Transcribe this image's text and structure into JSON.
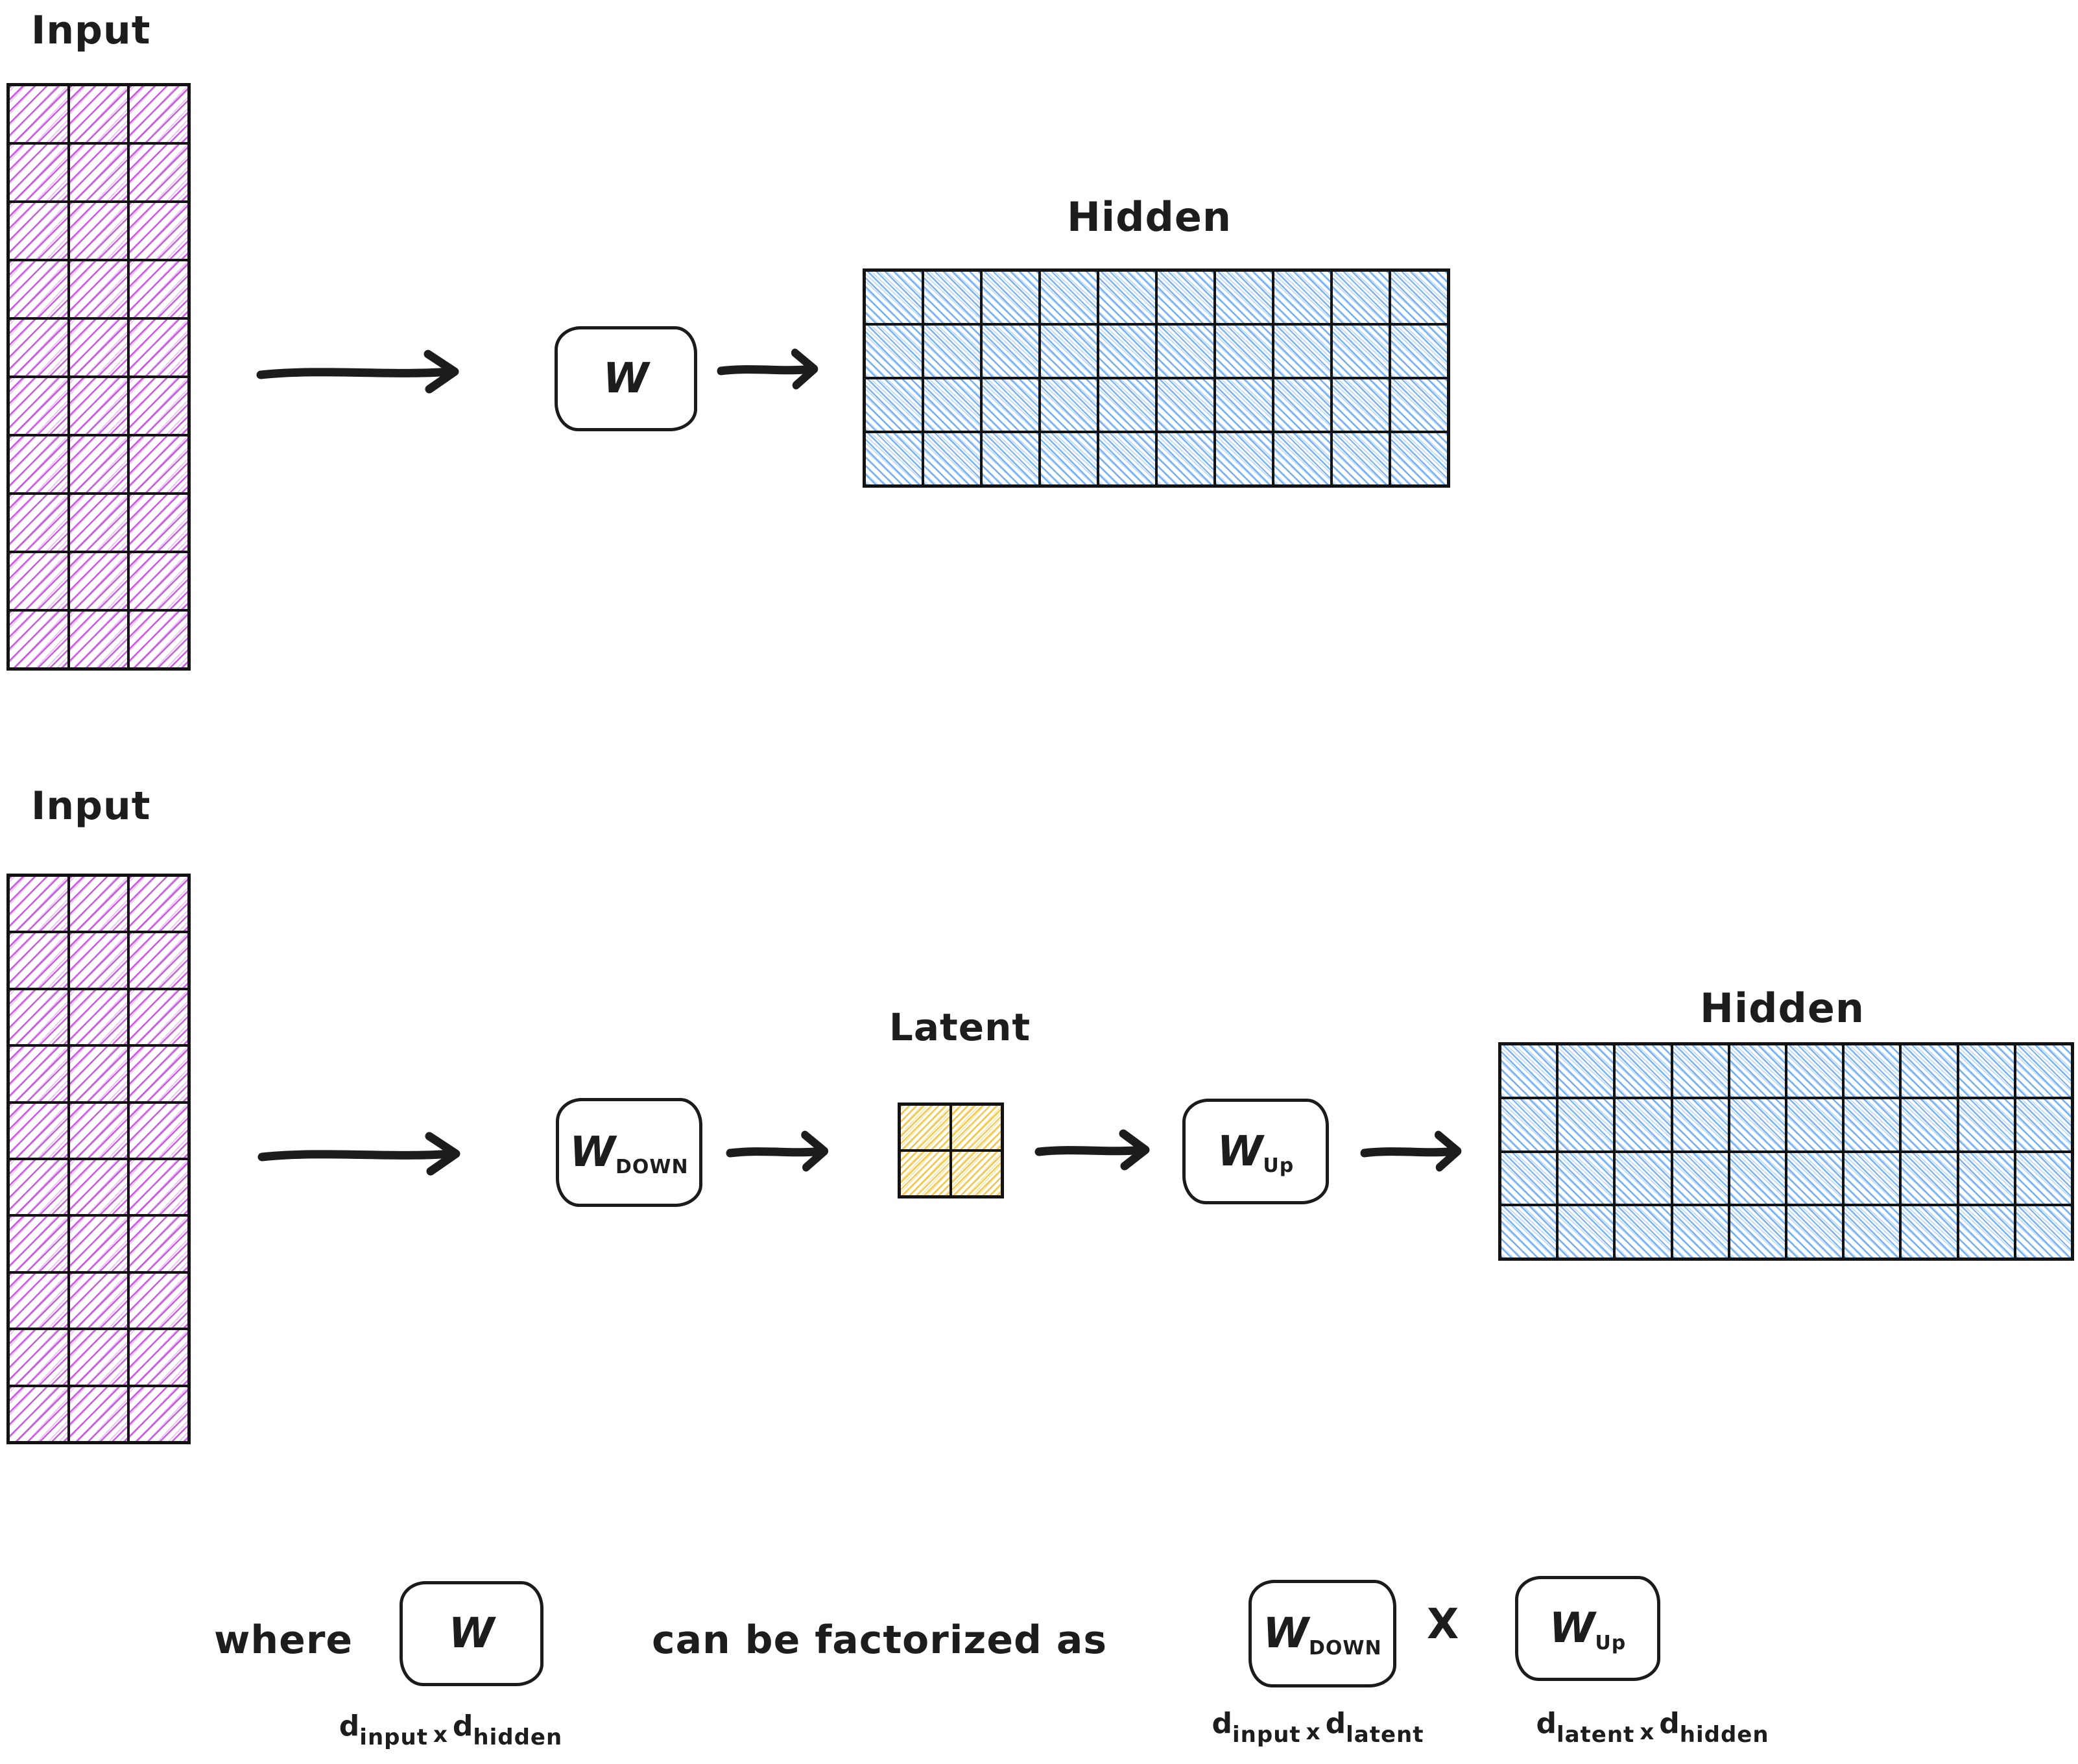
{
  "colors": {
    "ink": "#1d1d1d",
    "purple_hatch": "#c653de",
    "blue_hatch": "#64a6f0",
    "yellow_hatch": "#f0c23c"
  },
  "top": {
    "input_label": "Input",
    "hidden_label": "Hidden",
    "w_box": {
      "main": "W"
    },
    "input_matrix": {
      "rows": 10,
      "cols": 3,
      "color": "purple"
    },
    "hidden_matrix": {
      "rows": 4,
      "cols": 10,
      "color": "blue"
    }
  },
  "mid": {
    "input_label": "Input",
    "latent_label": "Latent",
    "hidden_label": "Hidden",
    "w_down_box": {
      "main": "W",
      "sub": "DOWN"
    },
    "w_up_box": {
      "main": "W",
      "sub": "Up"
    },
    "input_matrix": {
      "rows": 10,
      "cols": 3,
      "color": "purple"
    },
    "latent_matrix": {
      "rows": 2,
      "cols": 2,
      "color": "yellow"
    },
    "hidden_matrix": {
      "rows": 4,
      "cols": 10,
      "color": "blue"
    }
  },
  "formula": {
    "where": "where",
    "can_be": "can be factorized as",
    "times": "X",
    "w_box": {
      "main": "W"
    },
    "w_down_box": {
      "main": "W",
      "sub": "DOWN"
    },
    "w_up_box": {
      "main": "W",
      "sub": "Up"
    },
    "w_dims": {
      "d1": "d",
      "sub1": "input",
      "x": "x",
      "d2": "d",
      "sub2": "hidden"
    },
    "down_dims": {
      "d1": "d",
      "sub1": "input",
      "x": "x",
      "d2": "d",
      "sub2": "latent"
    },
    "up_dims": {
      "d1": "d",
      "sub1": "latent",
      "x": "x",
      "d2": "d",
      "sub2": "hidden"
    }
  }
}
